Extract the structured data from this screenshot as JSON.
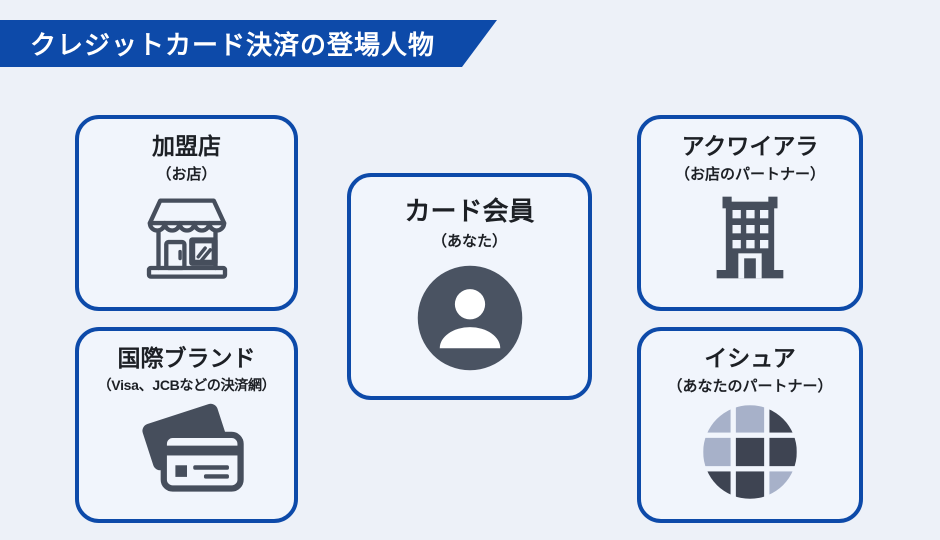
{
  "banner": {
    "title": "クレジットカード決済の登場人物"
  },
  "boxes": {
    "merchant": {
      "title": "加盟店",
      "subtitle": "（お店）"
    },
    "card_member": {
      "title": "カード会員",
      "subtitle": "（あなた）"
    },
    "acquirer": {
      "title": "アクワイアラ",
      "subtitle": "（お店のパートナー）"
    },
    "intl_brand": {
      "title": "国際ブランド",
      "subtitle": "（Visa、JCBなどの決済網）"
    },
    "issuer": {
      "title": "イシュア",
      "subtitle": "（あなたのパートナー）"
    }
  },
  "icons": {
    "merchant": "storefront-icon",
    "card_member": "person-icon",
    "acquirer": "office-building-icon",
    "intl_brand": "credit-cards-icon",
    "issuer": "globe-icon"
  },
  "colors": {
    "accent": "#0d4aa9",
    "bg": "#edf1f8",
    "box-bg": "#f1f5fc",
    "icon": "#464e5c",
    "icon-person": "#4a5362",
    "globe-dark": "#3e4452",
    "globe-light": "#a7b1c9",
    "text": "#1d2025"
  }
}
